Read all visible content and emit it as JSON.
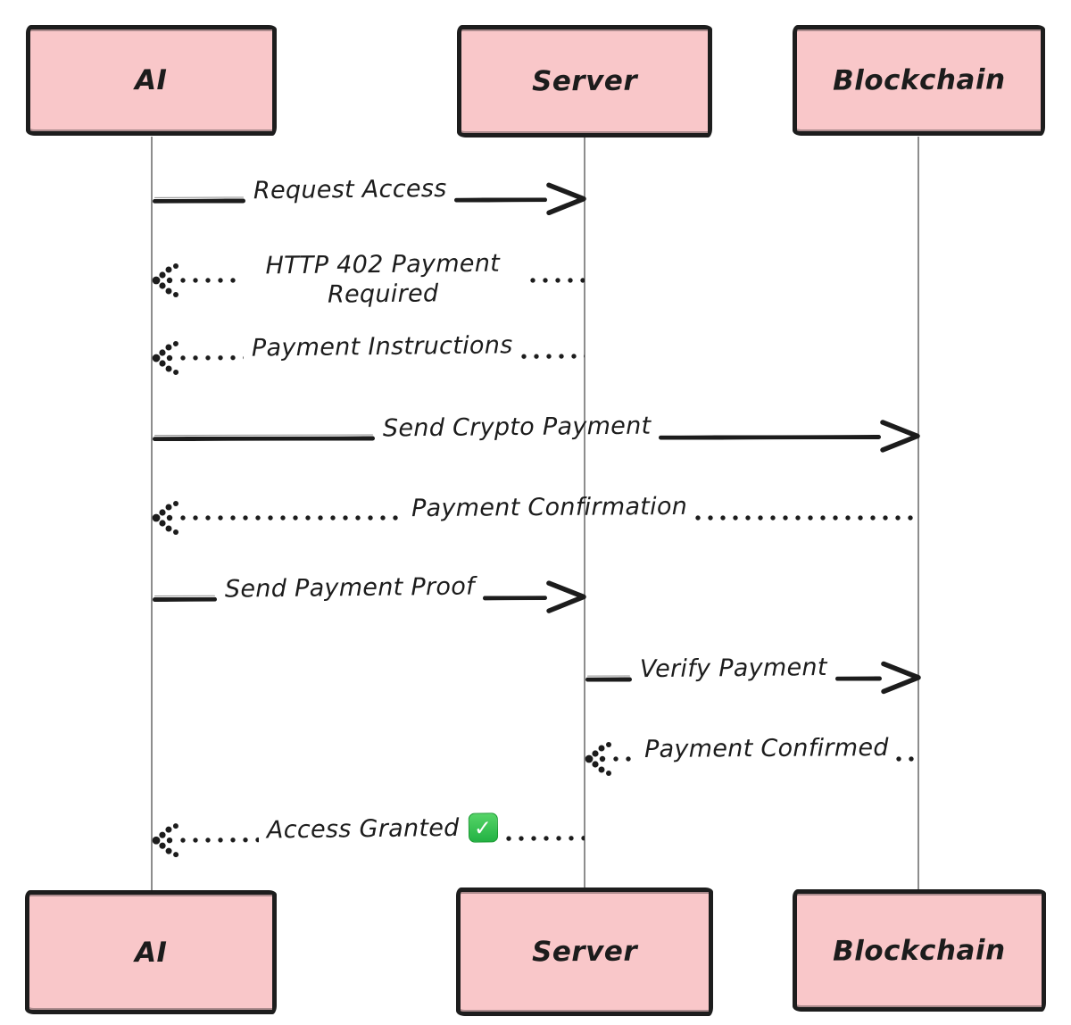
{
  "actors": [
    {
      "id": "ai",
      "label": "AI"
    },
    {
      "id": "server",
      "label": "Server"
    },
    {
      "id": "blockchain",
      "label": "Blockchain"
    }
  ],
  "messages": [
    {
      "from": "ai",
      "to": "server",
      "label": "Request Access",
      "line": "solid",
      "arrow_direction": "right"
    },
    {
      "from": "server",
      "to": "ai",
      "label": "HTTP 402 Payment Required",
      "line": "dotted",
      "arrow_direction": "left"
    },
    {
      "from": "server",
      "to": "ai",
      "label": "Payment Instructions",
      "line": "dotted",
      "arrow_direction": "left"
    },
    {
      "from": "ai",
      "to": "blockchain",
      "label": "Send Crypto Payment",
      "line": "solid",
      "arrow_direction": "right"
    },
    {
      "from": "blockchain",
      "to": "ai",
      "label": "Payment Confirmation",
      "line": "dotted",
      "arrow_direction": "left"
    },
    {
      "from": "ai",
      "to": "server",
      "label": "Send Payment Proof",
      "line": "solid",
      "arrow_direction": "right"
    },
    {
      "from": "server",
      "to": "blockchain",
      "label": "Verify Payment",
      "line": "solid",
      "arrow_direction": "right"
    },
    {
      "from": "blockchain",
      "to": "server",
      "label": "Payment Confirmed",
      "line": "dotted",
      "arrow_direction": "left"
    },
    {
      "from": "server",
      "to": "ai",
      "label": "Access Granted",
      "line": "dotted",
      "arrow_direction": "left",
      "badge": {
        "emoji_name": "white-check-mark",
        "glyph": "✓"
      }
    }
  ],
  "colors": {
    "actor_fill": "#f9c7c9",
    "actor_border": "#1d1d1d",
    "lifeline": "#8d8d8d",
    "text": "#1c1c1c",
    "background": "#ffffff",
    "check_badge_green": "#2db94c"
  }
}
